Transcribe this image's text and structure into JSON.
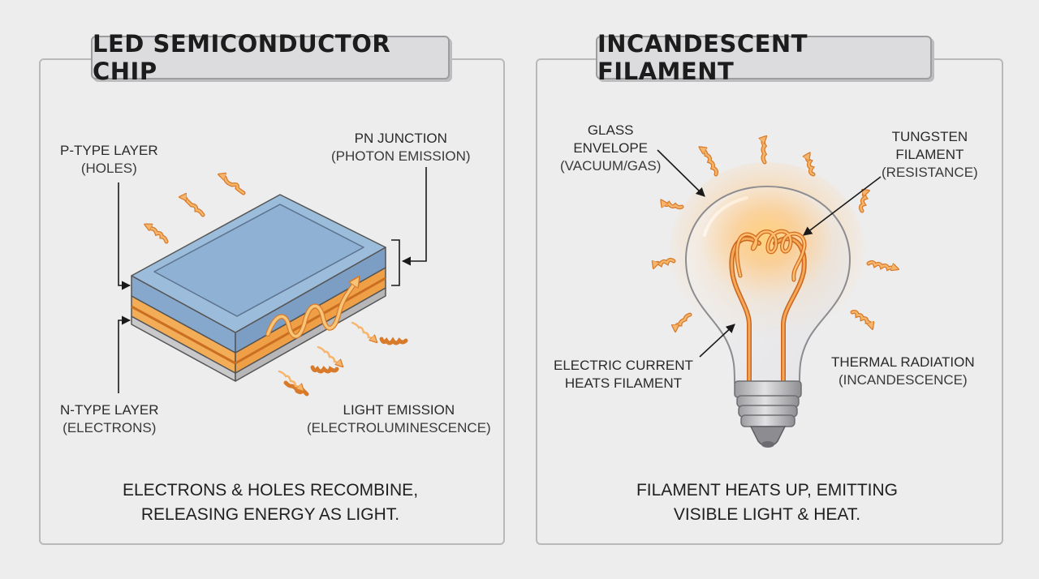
{
  "left_panel": {
    "title": "LED SEMICONDUCTOR CHIP",
    "labels": {
      "p_type": [
        "P-TYPE LAYER",
        "(HOLES)"
      ],
      "pn_junction": [
        "PN JUNCTION",
        "(PHOTON EMISSION)"
      ],
      "n_type": [
        "N-TYPE LAYER",
        "(ELECTRONS)"
      ],
      "light_emission": [
        "LIGHT EMISSION",
        "(ELECTROLUMINESCENCE)"
      ]
    },
    "caption": [
      "ELECTRONS & HOLES RECOMBINE,",
      "RELEASING ENERGY AS LIGHT."
    ]
  },
  "right_panel": {
    "title": "INCANDESCENT FILAMENT",
    "labels": {
      "glass_envelope": [
        "GLASS",
        "ENVELOPE",
        "(VACUUM/GAS)"
      ],
      "tungsten_filament": [
        "TUNGSTEN",
        "FILAMENT",
        "(RESISTANCE)"
      ],
      "electric_current": [
        "ELECTRIC CURRENT",
        "HEATS FILAMENT"
      ],
      "thermal_radiation": [
        "THERMAL RADIATION",
        "(INCANDESCENCE)"
      ]
    },
    "caption": [
      "FILAMENT HEATS UP, EMITTING",
      "VISIBLE LIGHT & HEAT."
    ]
  },
  "colors": {
    "background": "#ededee",
    "chip_blue": "#8fb1d4",
    "p_layer_orange": "#f0a94e",
    "junction_orange": "#d9822b",
    "n_layer_gray": "#c8c8cb",
    "glow_orange": "#f5a14a",
    "wave_orange": "#ef8a3a",
    "filament": "#e8862e"
  },
  "icons": [
    "wavy-photon-arrow",
    "light-bulb",
    "coiled-filament",
    "screw-base"
  ]
}
